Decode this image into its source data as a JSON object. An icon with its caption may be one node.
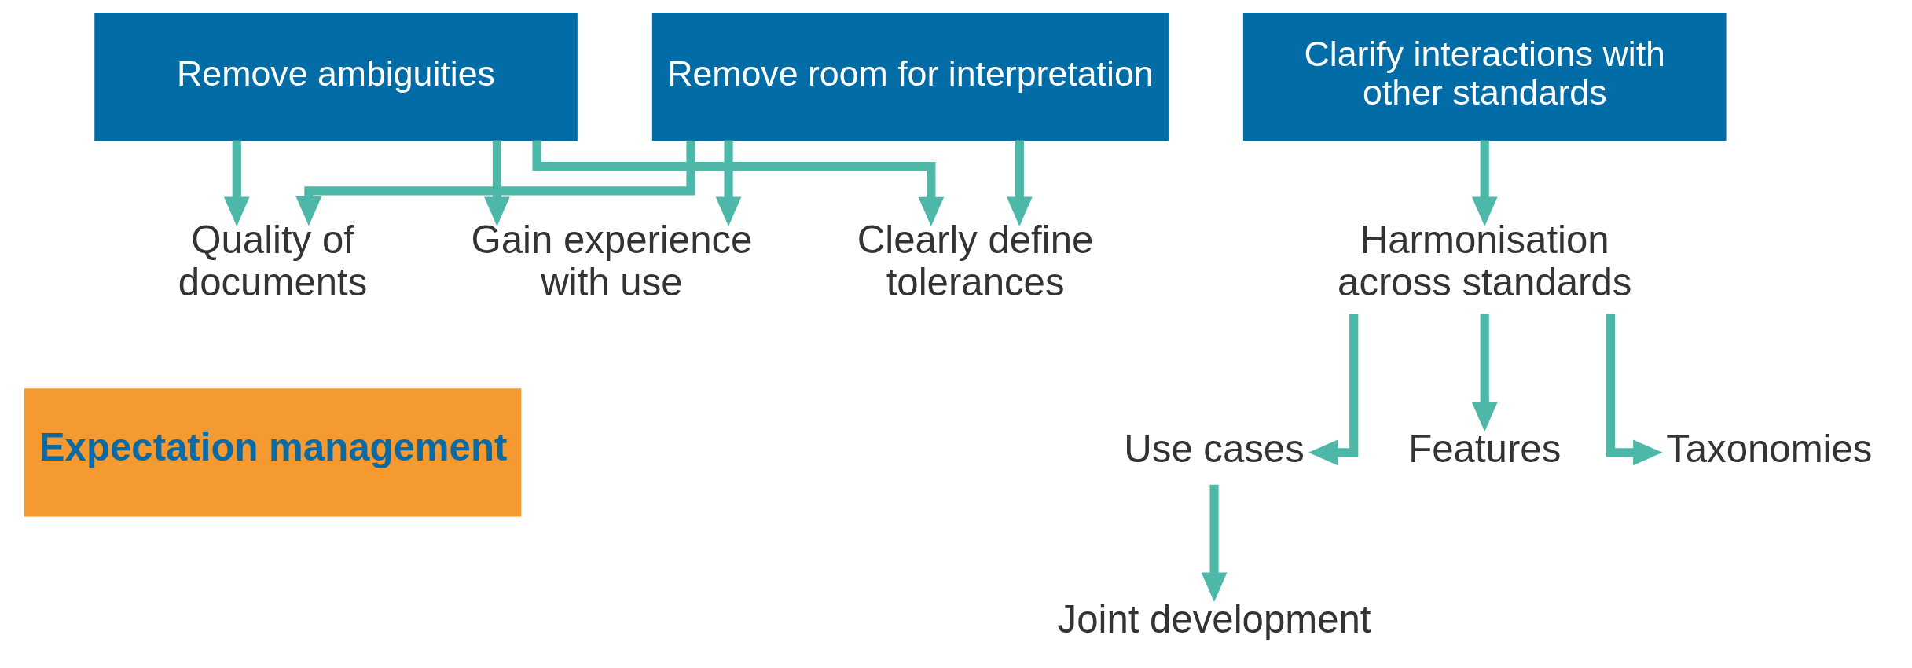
{
  "diagram": {
    "nodes": [
      {
        "text": [
          "Remove ambiguities"
        ]
      },
      {
        "text": [
          "Remove room for interpretation"
        ]
      },
      {
        "text": [
          "Clarify interactions with other standards"
        ]
      },
      {
        "text": [
          "Quality of documents"
        ]
      },
      {
        "text": [
          "Gain experience with use"
        ]
      },
      {
        "text": [
          "Clearly define tolerances"
        ]
      },
      {
        "text": [
          "Harmonisation across standards"
        ]
      },
      {
        "text": [
          "Use cases"
        ]
      },
      {
        "text": [
          "Features"
        ]
      },
      {
        "text": [
          "Taxonomies"
        ]
      },
      {
        "text": [
          "Joint development"
        ]
      },
      {
        "text": [
          "Expectation management"
        ]
      }
    ],
    "edges": [
      {
        "from": 0,
        "to": 3,
        "arrow": "to"
      },
      {
        "from": 0,
        "to": 4,
        "arrow": "to"
      },
      {
        "from": 0,
        "to": 5,
        "arrow": "to"
      },
      {
        "from": 1,
        "to": 3,
        "arrow": "to"
      },
      {
        "from": 1,
        "to": 4,
        "arrow": "to"
      },
      {
        "from": 1,
        "to": 5,
        "arrow": "to"
      },
      {
        "from": 2,
        "to": 6,
        "arrow": "to"
      },
      {
        "from": 6,
        "to": 7,
        "arrow": "to"
      },
      {
        "from": 6,
        "to": 8,
        "arrow": "to"
      },
      {
        "from": 6,
        "to": 9,
        "arrow": "to"
      },
      {
        "from": 7,
        "to": 10,
        "arrow": "to"
      }
    ]
  }
}
